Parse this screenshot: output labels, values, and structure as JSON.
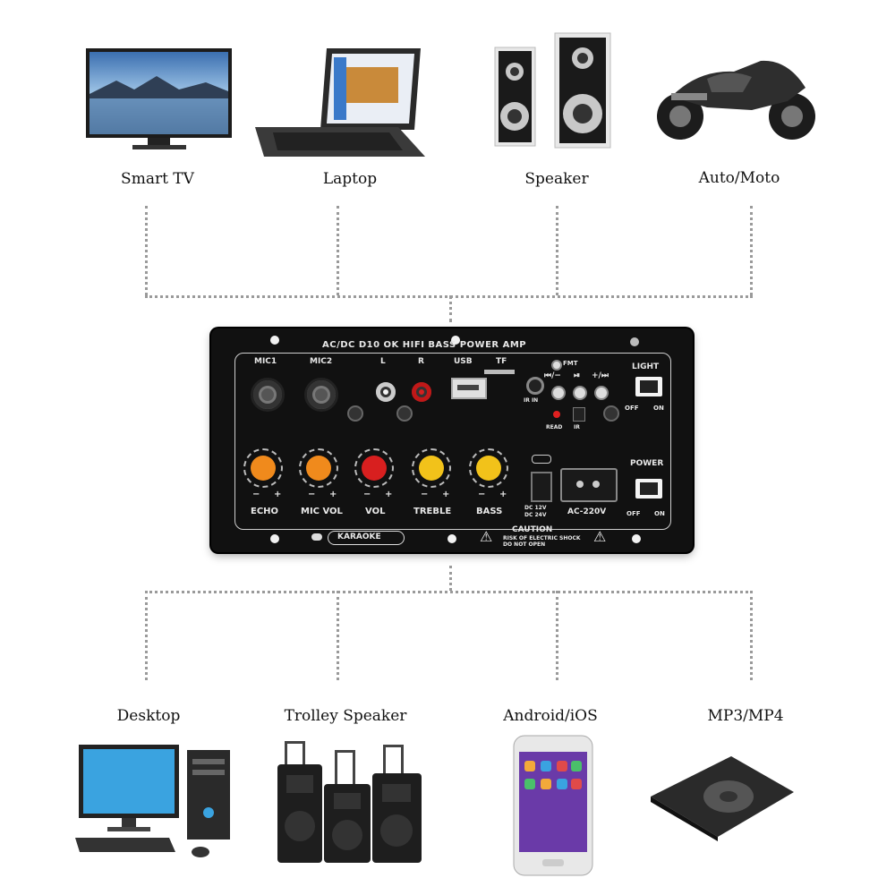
{
  "top_devices": [
    {
      "label": "Smart TV",
      "icon": "smart-tv-icon"
    },
    {
      "label": "Laptop",
      "icon": "laptop-icon"
    },
    {
      "label": "Speaker",
      "icon": "speaker-icon"
    },
    {
      "label": "Auto/Moto",
      "icon": "motorcycle-icon"
    }
  ],
  "bottom_devices": [
    {
      "label": "Desktop",
      "icon": "desktop-computer-icon"
    },
    {
      "label": "Trolley Speaker",
      "icon": "trolley-speaker-icon"
    },
    {
      "label": "Android/iOS",
      "icon": "smartphone-icon"
    },
    {
      "label": "MP3/MP4",
      "icon": "mp3-player-icon"
    }
  ],
  "board": {
    "title": "AC/DC  D10 OK  HIFI   BASS  POWER  AMP",
    "ports": {
      "mic1": "MIC1",
      "mic2": "MIC2",
      "left": "L",
      "right": "R",
      "usb": "USB",
      "tf": "TF"
    },
    "controls": {
      "fmt": "FMT",
      "prev": "⏮/−",
      "play": "⏯",
      "next": "+/⏭",
      "ir_in": "IR IN",
      "read": "READ",
      "ir": "IR"
    },
    "light": {
      "label": "LIGHT",
      "off": "OFF",
      "on": "ON"
    },
    "power": {
      "label": "POWER",
      "off": "OFF",
      "on": "ON"
    },
    "knobs": [
      {
        "label": "ECHO",
        "color": "#f08a1c"
      },
      {
        "label": "MIC VOL",
        "color": "#f08a1c"
      },
      {
        "label": "VOL",
        "color": "#d81f1f"
      },
      {
        "label": "TREBLE",
        "color": "#f2c21a"
      },
      {
        "label": "BASS",
        "color": "#f2c21a"
      }
    ],
    "minus": "−",
    "plus": "+",
    "dc_label": "DC 12V\nDC 24V",
    "ac_label": "AC-220V",
    "karaoke": "KARAOKE",
    "caution": "CAUTION",
    "caution_sub": "RISK OF ELECTRIC SHOCK\nDO NOT OPEN"
  }
}
